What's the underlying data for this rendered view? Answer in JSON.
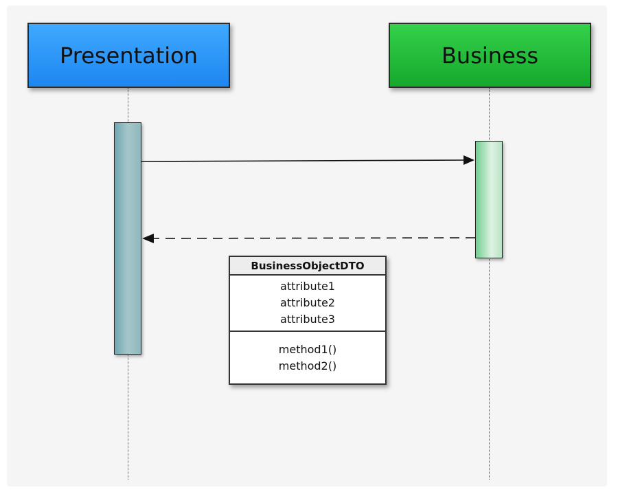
{
  "actors": {
    "presentation": {
      "label": "Presentation",
      "color": "#2b95f7"
    },
    "business": {
      "label": "Business",
      "color": "#22bb38"
    }
  },
  "messages": [
    {
      "from": "presentation",
      "to": "business",
      "style": "solid"
    },
    {
      "from": "business",
      "to": "presentation",
      "style": "dashed"
    }
  ],
  "dto": {
    "name": "BusinessObjectDTO",
    "attributes": [
      "attribute1",
      "attribute2",
      "attribute3"
    ],
    "methods": [
      "method1()",
      "method2()"
    ]
  }
}
